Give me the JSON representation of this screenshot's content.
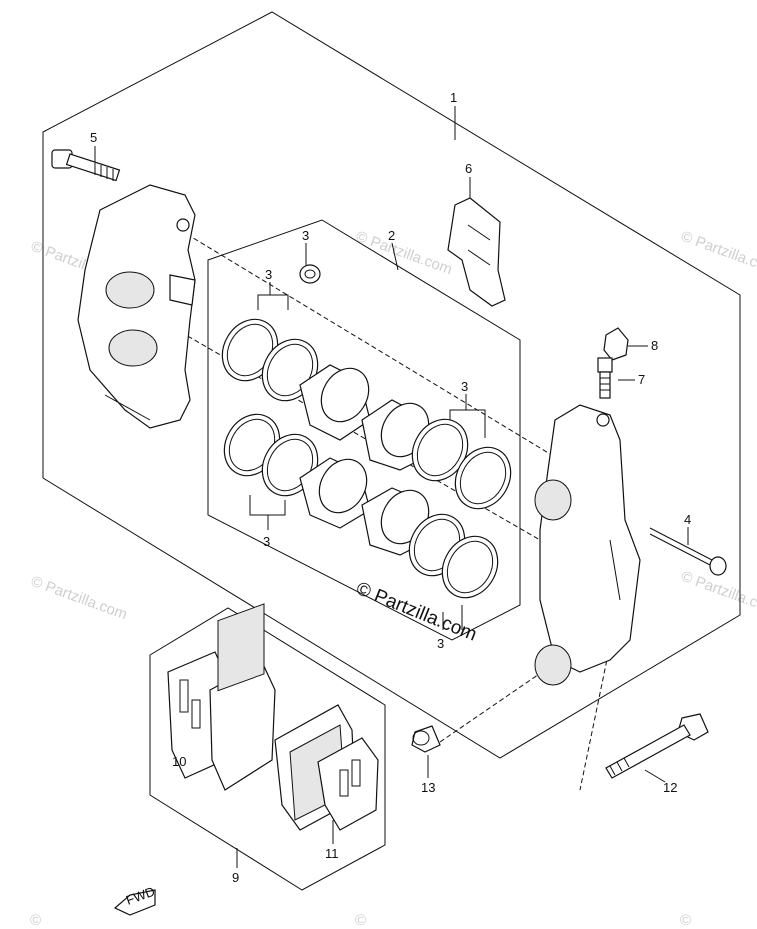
{
  "callouts": {
    "c1": "1",
    "c2": "2",
    "c3a": "3",
    "c3b": "3",
    "c3c": "3",
    "c3d": "3",
    "c3e": "3",
    "c4": "4",
    "c5": "5",
    "c6": "6",
    "c7": "7",
    "c8": "8",
    "c9": "9",
    "c10": "10",
    "c11": "11",
    "c12": "12",
    "c13": "13"
  },
  "watermark": {
    "main": "© Partzilla.com",
    "tile": "© Partzilla.com"
  },
  "fwd_label": "FWD"
}
